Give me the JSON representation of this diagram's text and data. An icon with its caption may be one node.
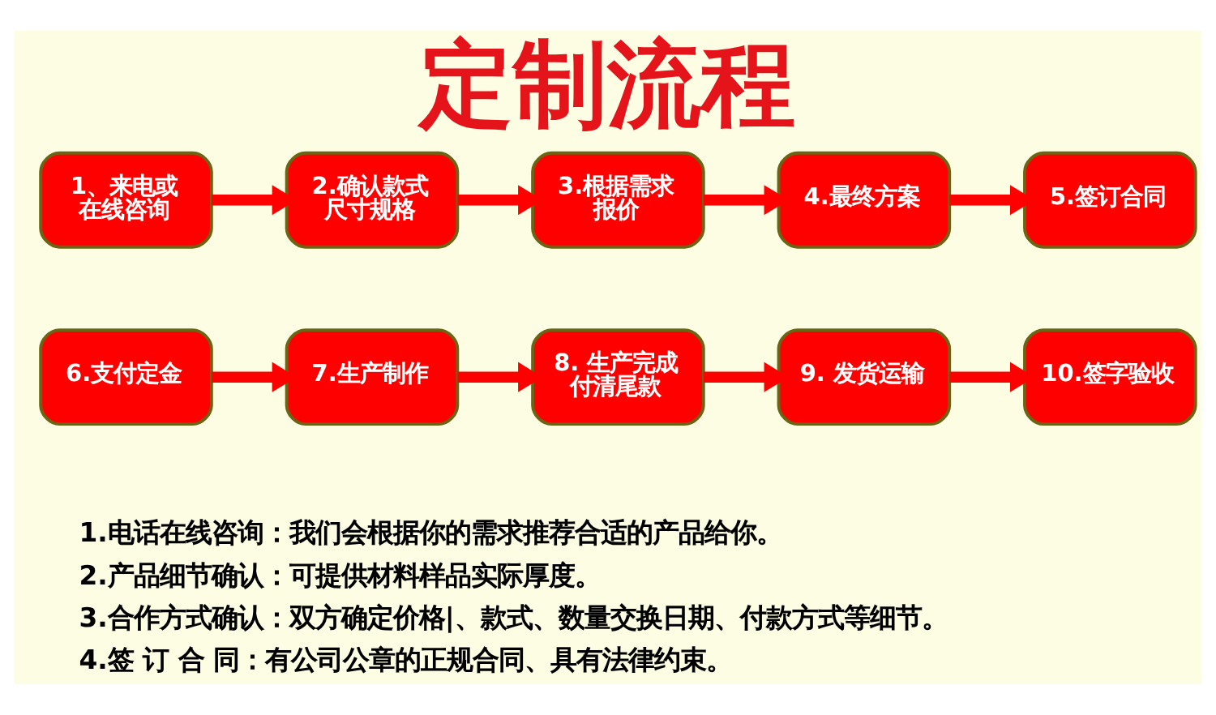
{
  "diagram": {
    "title": "定制流程",
    "nodes": [
      {
        "text": [
          "1、来电或在线咨询"
        ]
      },
      {
        "text": [
          "2.确认款式尺寸规格"
        ]
      },
      {
        "text": [
          "3.根据需求报价"
        ]
      },
      {
        "text": [
          "4.最终方案"
        ]
      },
      {
        "text": [
          "5.签订合同"
        ]
      },
      {
        "text": [
          "6.支付定金"
        ]
      },
      {
        "text": [
          "7.生产制作"
        ]
      },
      {
        "text": [
          "8. 生产完成付清尾款"
        ]
      },
      {
        "text": [
          "9. 发货运输"
        ]
      },
      {
        "text": [
          "10.签字验收"
        ]
      }
    ],
    "edges": [
      {
        "from": 0,
        "to": 1,
        "arrow": "to"
      },
      {
        "from": 1,
        "to": 2,
        "arrow": "to"
      },
      {
        "from": 2,
        "to": 3,
        "arrow": "to"
      },
      {
        "from": 3,
        "to": 4,
        "arrow": "to"
      },
      {
        "from": 5,
        "to": 6,
        "arrow": "to"
      },
      {
        "from": 6,
        "to": 7,
        "arrow": "to"
      },
      {
        "from": 7,
        "to": 8,
        "arrow": "to"
      },
      {
        "from": 8,
        "to": 9,
        "arrow": "to"
      }
    ],
    "labels": [
      "1.电话在线咨询：我们会根据你的需求推荐合适的产品给你。",
      "2.产品细节确认：可提供材料样品实际厚度。",
      "3.合作方式确认：双方确定价格|、款式、数量交换日期、付款方式等细节。",
      "4.签 订 合 同：有公司公章的正规合同、具有法律约束。"
    ]
  }
}
